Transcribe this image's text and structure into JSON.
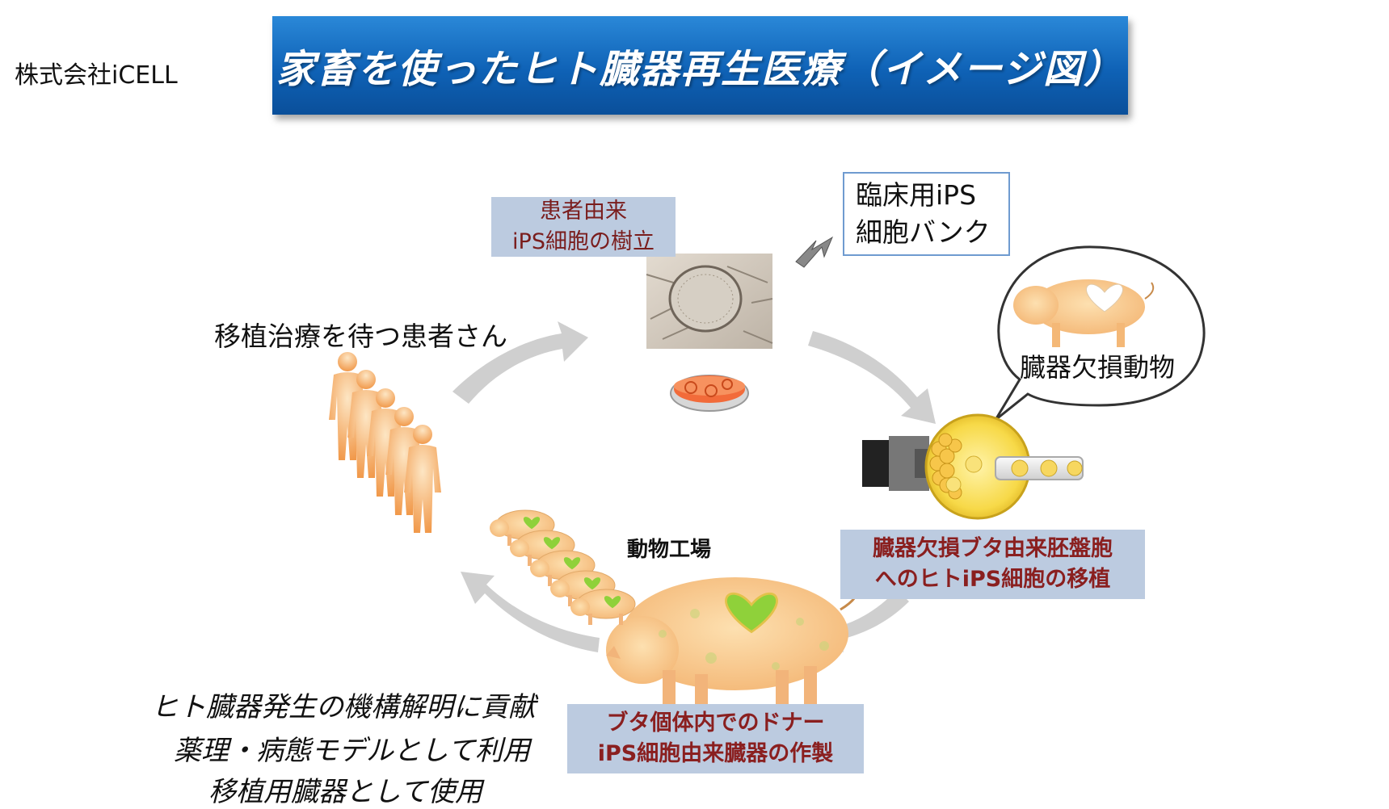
{
  "header": {
    "company": "株式会社iCELL",
    "title": "家畜を使ったヒト臓器再生医療（イメージ図）"
  },
  "labels": {
    "ips_establish": [
      "患者由来",
      "iPS細胞の樹立"
    ],
    "ips_bank": [
      "臨床用iPS",
      "細胞バンク"
    ],
    "defect_animal": "臓器欠損動物",
    "patients": "移植治療を待つ患者さん",
    "factory": "動物工場",
    "blastocyst": [
      "臓器欠損ブタ由来胚盤胞",
      "へのヒトiPS細胞の移植"
    ],
    "donor": [
      "ブタ個体内でのドナー",
      "iPS細胞由来臓器の作製"
    ]
  },
  "benefits": [
    "ヒト臓器発生の機構解明に貢献",
    "薬理・病態モデルとして利用",
    "移植用臓器として使用"
  ],
  "colors": {
    "banner": "#1a6fc4",
    "label_box": "#bccbe0",
    "label_text": "#7a1d1d",
    "arrow": "#cfcfcf",
    "pig_body": "#f9cf92",
    "heart": "#8fd13a",
    "human": "#f6b56f"
  },
  "icons": {
    "cycle_arrows": "curved-arrow-icon",
    "pointer": "gray-arrow-icon",
    "pig": "pig-icon",
    "heart": "heart-icon",
    "human": "human-figure-icon",
    "petri_dish": "petri-dish-icon",
    "micropipette": "micropipette-icon",
    "blastocyst": "blastocyst-icon",
    "micrograph": "ips-colony-micrograph"
  }
}
